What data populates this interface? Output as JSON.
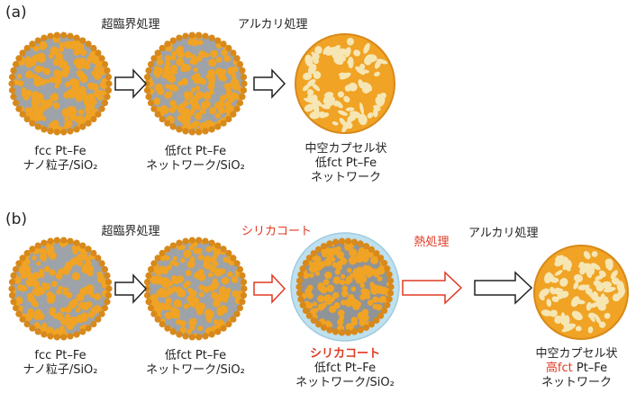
{
  "panel_a": {
    "label": "(a)",
    "step1": [
      "超臨界",
      "処理"
    ],
    "step2": [
      "アルカリ",
      "処理"
    ],
    "stage1": [
      "fcc Pt–Fe",
      "ナノ粒子/SiO₂"
    ],
    "stage2": [
      "低fct Pt–Fe",
      "ネットワーク/SiO₂"
    ],
    "stage3": [
      "中空カプセル状",
      "低fct Pt–Fe",
      "ネットワーク"
    ]
  },
  "panel_b": {
    "label": "(b)",
    "step1": [
      "超臨界",
      "処理"
    ],
    "step2": [
      "シリカ",
      "コート"
    ],
    "step3": [
      "熱処理"
    ],
    "step4": [
      "アルカリ",
      "処理"
    ],
    "stage1": [
      "fcc Pt–Fe",
      "ナノ粒子/SiO₂"
    ],
    "stage2": [
      "低fct Pt–Fe",
      "ネットワーク/SiO₂"
    ],
    "stage3": [
      "シリカコート",
      "低fct Pt–Fe",
      "ネットワーク/SiO₂"
    ],
    "stage4_prefix": "中空カプセル状",
    "stage4_red": "高fct",
    "stage4_rest": " Pt–Fe",
    "stage4_last": "ネットワーク"
  },
  "colors": {
    "particle_orange": "#f0a324",
    "particle_dark": "#d8891a",
    "silica_gray": "#9da3a8",
    "hollow_fill": "#f6e6b4",
    "red_accent": "#e03a22",
    "coat_blue": "#bfe0ee"
  }
}
